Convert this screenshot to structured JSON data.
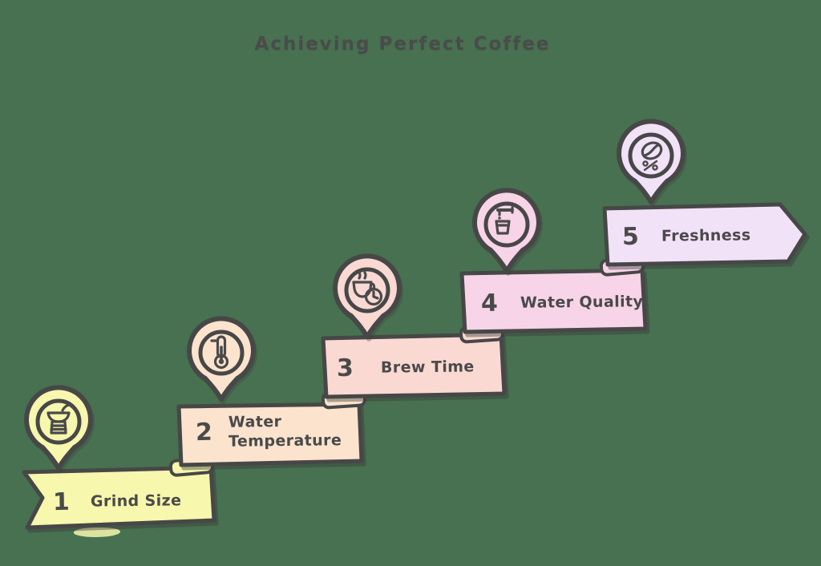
{
  "title": "Achieving Perfect Coffee",
  "colors": {
    "background": "#477150",
    "outline": "#474747",
    "text": "#4a4a4a"
  },
  "steps": [
    {
      "number": "1",
      "label": "Grind Size",
      "color": "#f7f7ad",
      "icon": "coffee-grinder-icon"
    },
    {
      "number": "2",
      "label": "Water Temperature",
      "color": "#fbe3ce",
      "icon": "thermometer-icon"
    },
    {
      "number": "3",
      "label": "Brew Time",
      "color": "#f9d9d2",
      "icon": "cup-timer-icon"
    },
    {
      "number": "4",
      "label": "Water Quality",
      "color": "#f8d4e8",
      "icon": "faucet-icon"
    },
    {
      "number": "5",
      "label": "Freshness",
      "color": "#f2e2f8",
      "icon": "coffee-bean-icon"
    }
  ]
}
